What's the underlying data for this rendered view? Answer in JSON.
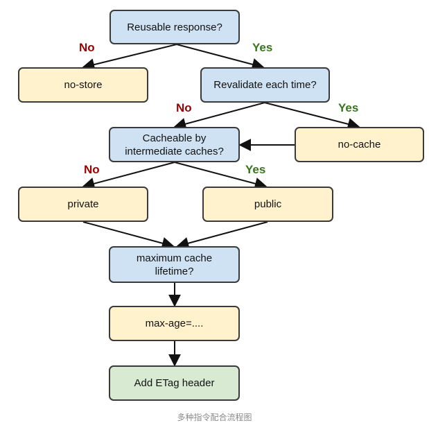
{
  "colors": {
    "decision": "#cfe2f3",
    "action": "#fff2cc",
    "final": "#d9ead3",
    "no": "#990000",
    "yes": "#38761d",
    "stroke": "#3a3a3a",
    "arrow": "#111111"
  },
  "nodes": {
    "reusable": {
      "label": "Reusable response?",
      "kind": "decision"
    },
    "no_store": {
      "label": "no-store",
      "kind": "action"
    },
    "revalidate": {
      "label": "Revalidate each time?",
      "kind": "decision"
    },
    "cacheable": {
      "label": "Cacheable by\nintermediate caches?",
      "kind": "decision"
    },
    "no_cache": {
      "label": "no-cache",
      "kind": "action"
    },
    "private": {
      "label": "private",
      "kind": "action"
    },
    "public": {
      "label": "public",
      "kind": "action"
    },
    "lifetime": {
      "label": "maximum cache\nlifetime?",
      "kind": "decision"
    },
    "max_age": {
      "label": "max-age=....",
      "kind": "action"
    },
    "etag": {
      "label": "Add ETag header",
      "kind": "final"
    }
  },
  "edge_labels": {
    "reusable_no": "No",
    "reusable_yes": "Yes",
    "revalidate_no": "No",
    "revalidate_yes": "Yes",
    "cacheable_no": "No",
    "cacheable_yes": "Yes"
  },
  "caption": "多种指令配合流程图"
}
